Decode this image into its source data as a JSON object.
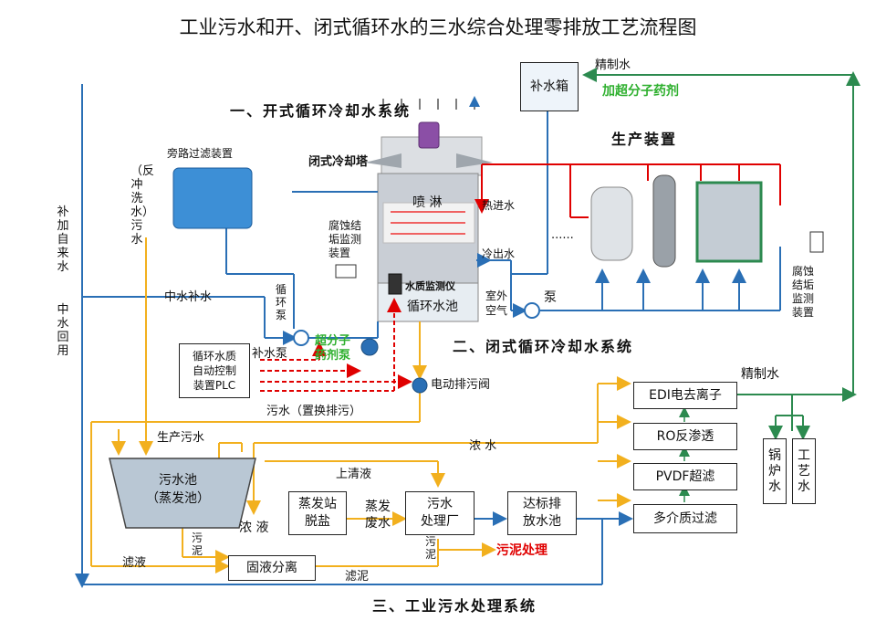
{
  "title": "工业污水和开、闭式循环水的三水综合处理零排放工艺流程图",
  "sections": {
    "open": "一、开式循环冷却水系统",
    "closed": "二、闭式循环冷却水系统",
    "wastewater": "三、工业污水处理系统"
  },
  "tower": {
    "name": "闭式冷却塔",
    "spray": "喷 淋",
    "hot_in": "热进水",
    "cold_out": "冷出水",
    "outdoor_air": "室外\n空气",
    "basin": "循环水池",
    "monitor": "水质监测仪"
  },
  "makeup_tank": {
    "label": "补水箱",
    "chemical": "加超分子药剂",
    "fine_water": "精制水"
  },
  "production": {
    "label": "生产装置",
    "dots": "......",
    "corrosion_monitor": "腐蚀\n结垢\n监测\n装置"
  },
  "open_system": {
    "bypass_filter": "旁路过滤装置",
    "backwash": "（反冲洗水）污水",
    "tap_water": "补加自来水",
    "reuse": "中水回用",
    "reclaimed_makeup": "中水补水",
    "circ_pump": "循\n环\n泵",
    "corrosion_monitor": "腐蚀结\n垢监测\n装置",
    "makeup_pump": "补水泵",
    "plc": "循环水质\n自动控制\n装置PLC",
    "dosing_pump": "超分子\n药剂泵",
    "valve": "电动排污阀",
    "pump": "泵"
  },
  "wastewater": {
    "sewage_replace": "污水（置换排污）",
    "production_sewage": "生产污水",
    "pool": "污水池\n（蒸发池）",
    "supernatant": "上清液",
    "concentrate_top": "浓 水",
    "concentrate": "浓 液",
    "evap": "蒸发站\n脱盐",
    "evap_water": "蒸发\n废水",
    "plant": "污水\n处理厂",
    "discharge": "达标排\n放水池",
    "sludge_left": "污\n泥",
    "sludge_right": "污\n泥",
    "sludge_treat": "污泥处理",
    "filtrate": "滤液",
    "separation": "固液分离",
    "filter_cake": "滤泥",
    "multi": "多介质过滤",
    "pvdf": "PVDF超滤",
    "ro": "RO反渗透",
    "edi": "EDI电去离子",
    "fine_water": "精制水",
    "boiler": "锅\n炉\n水",
    "process": "工\n艺\n水"
  },
  "colors": {
    "blue": "#2a6fb5",
    "red": "#e00000",
    "orange": "#f2b01e",
    "green": "#2c8a4f",
    "lime": "#2fb02f"
  }
}
